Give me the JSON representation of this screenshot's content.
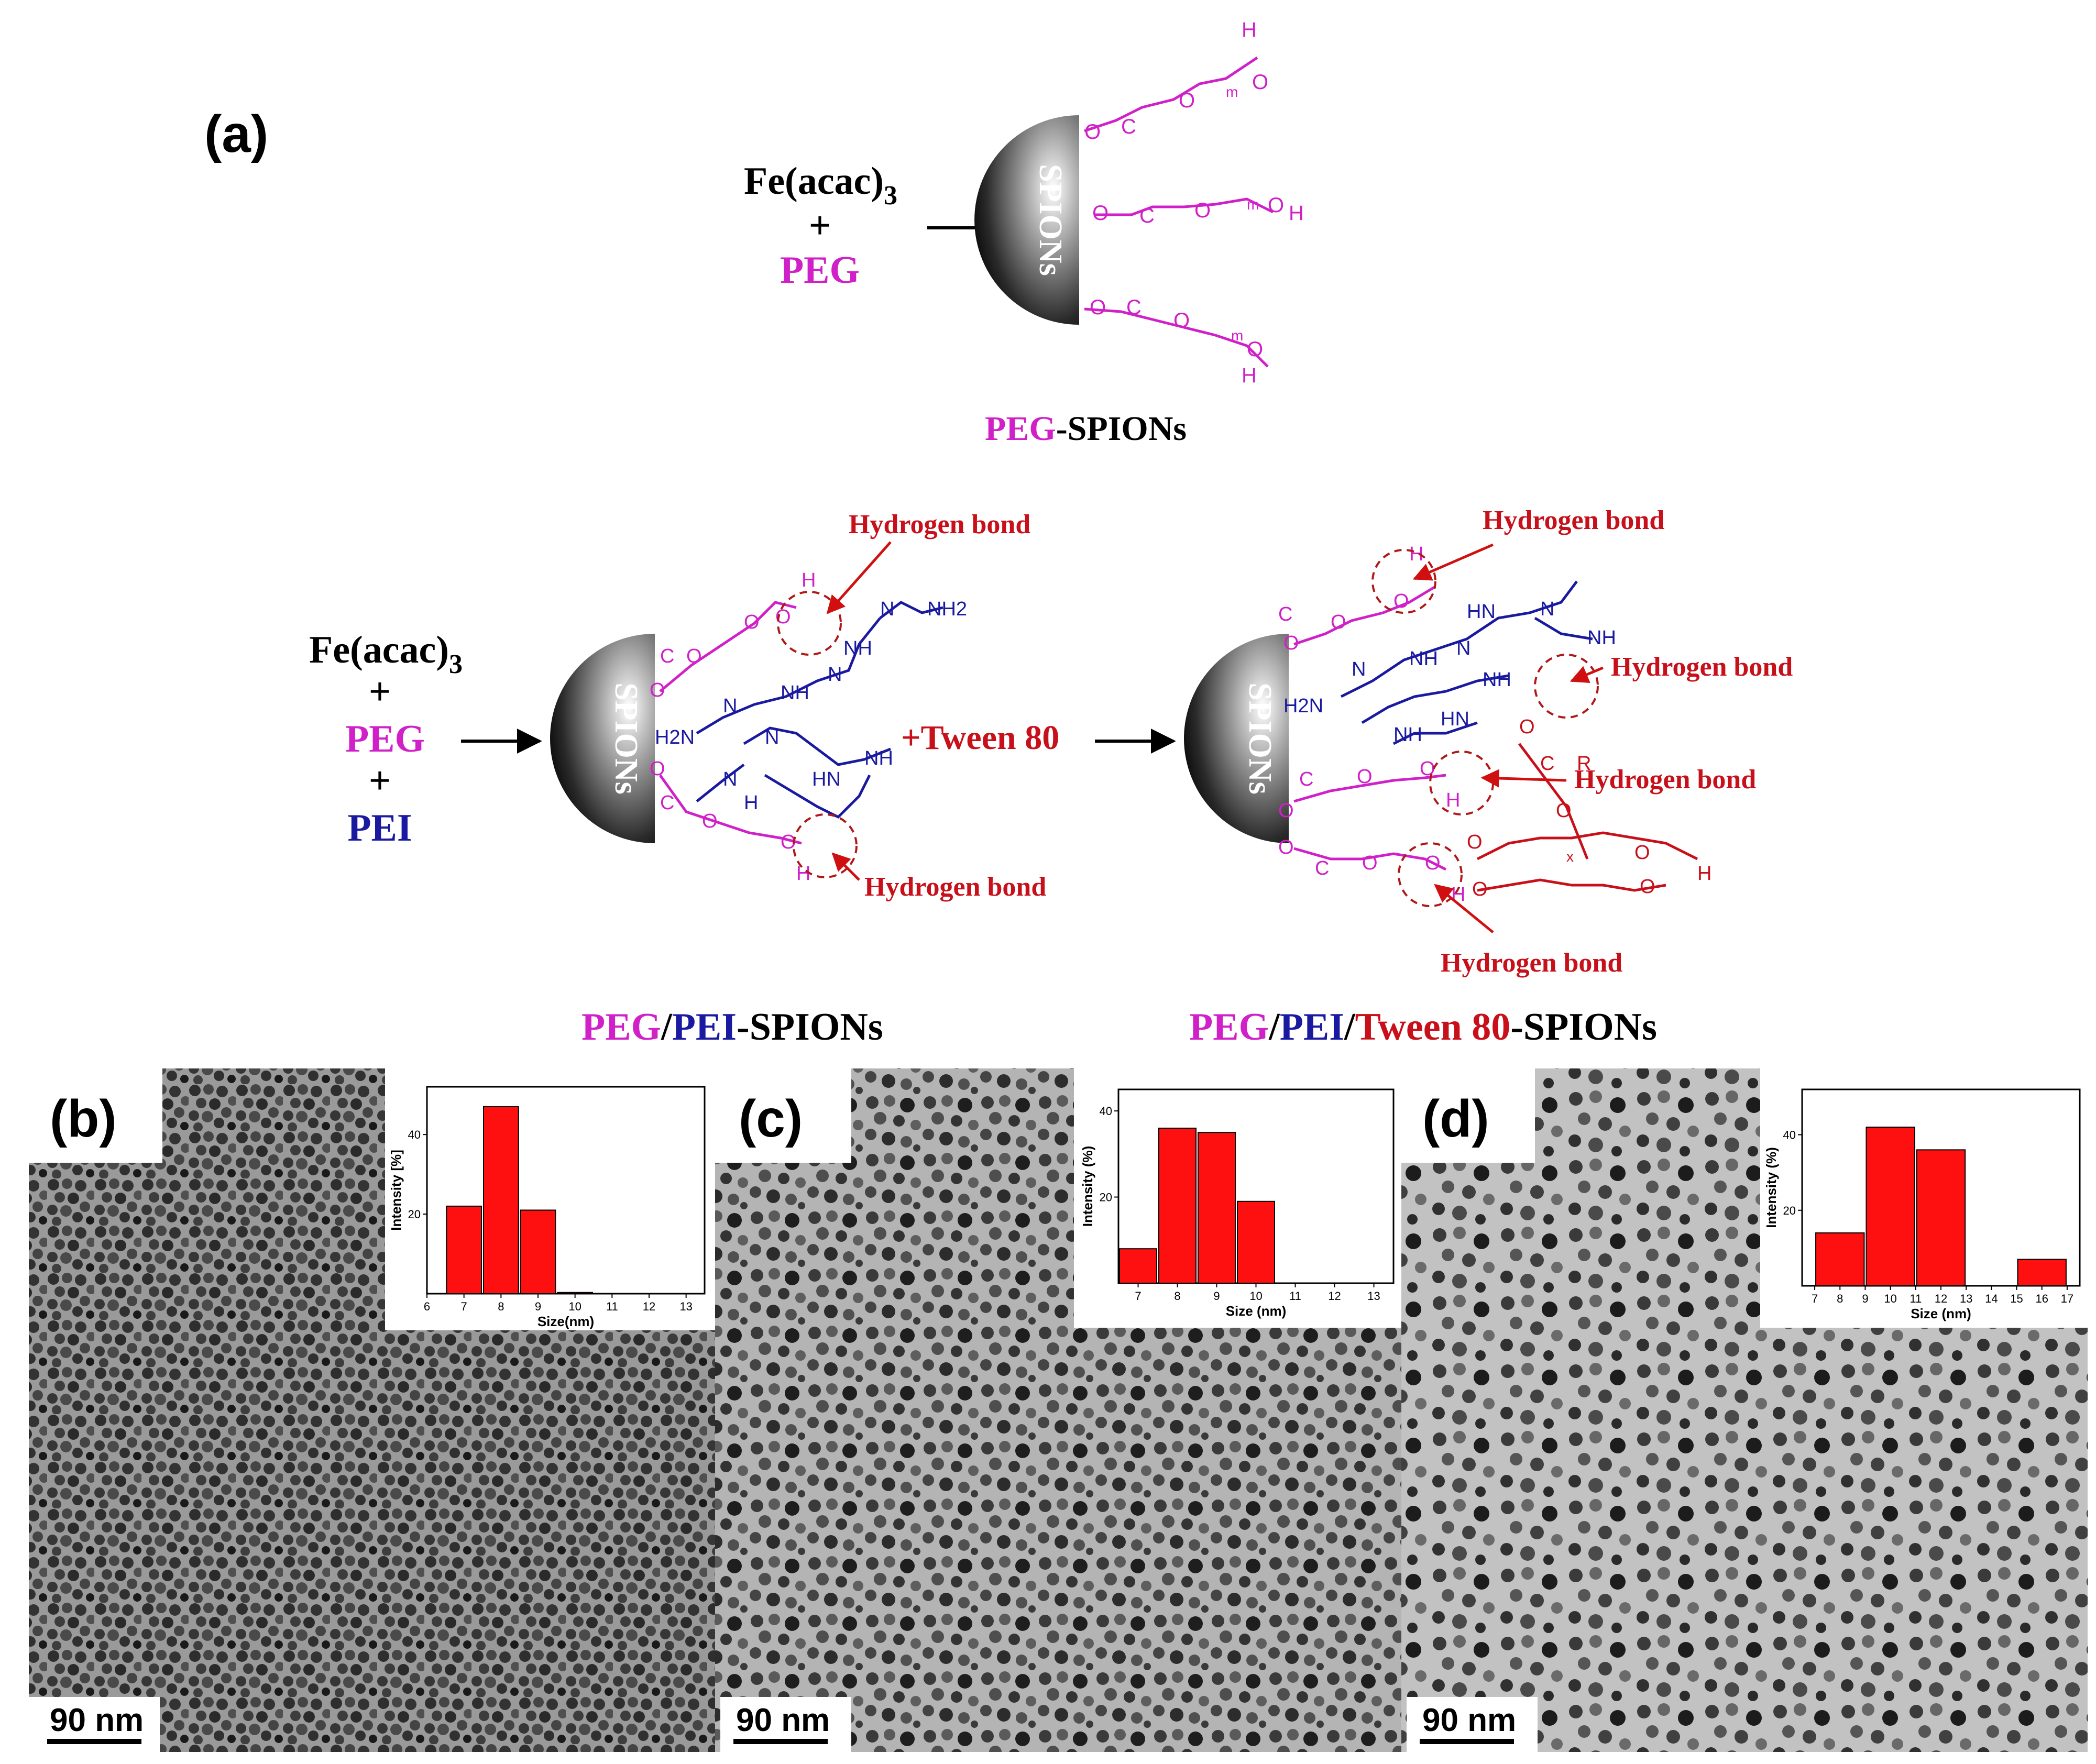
{
  "panel_a": {
    "label": "(a)",
    "reaction1": {
      "reagent_fe": "Fe(acac)",
      "reagent_fe_sub": "3",
      "plus": "+",
      "reagent_peg": "PEG",
      "core": "SPIONs",
      "caption_peg": "PEG",
      "caption_rest": "-SPIONs"
    },
    "reaction2": {
      "reagent_fe": "Fe(acac)",
      "reagent_fe_sub": "3",
      "plus1": "+",
      "reagent_peg": "PEG",
      "plus2": "+",
      "reagent_pei": "PEI",
      "plus_tween": "+Tween 80",
      "core": "SPIONs",
      "hbond_label": "Hydrogen bond",
      "caption_mid": {
        "peg": "PEG",
        "slash": "/",
        "pei": "PEI",
        "rest": "-SPIONs"
      },
      "caption_right": {
        "peg": "PEG",
        "slash1": "/",
        "pei": "PEI",
        "slash2": "/",
        "tween": "Tween 80",
        "rest": "-SPIONs"
      }
    },
    "atoms": {
      "O": "O",
      "C": "C",
      "H": "H",
      "N": "N",
      "NH": "NH",
      "NH2": "NH2",
      "H2N": "H2N",
      "HN": "HN",
      "R": "R",
      "m": "m",
      "x": "x"
    }
  },
  "micrographs": [
    {
      "label": "(b)",
      "scale_bar": "90 nm"
    },
    {
      "label": "(c)",
      "scale_bar": "90 nm"
    },
    {
      "label": "(d)",
      "scale_bar": "90 nm"
    }
  ],
  "colors": {
    "peg": "#d020c8",
    "pei": "#1a1aa0",
    "tween": "#c8101a",
    "bar": "#ff1010"
  },
  "chart_data": [
    {
      "type": "bar",
      "panel": "(b)",
      "xlabel": "Size(nm)",
      "ylabel": "Intensity [%]",
      "x_ticks": [
        "6",
        "7",
        "8",
        "9",
        "10",
        "11",
        "12",
        "13"
      ],
      "y_ticks": [
        "20",
        "40"
      ],
      "ylim": [
        0,
        52
      ],
      "bins": [
        [
          6.5,
          7.5
        ],
        [
          7.5,
          8.5
        ],
        [
          8.5,
          9.5
        ],
        [
          9.5,
          10.5
        ]
      ],
      "values": [
        22,
        47,
        21,
        0.3
      ]
    },
    {
      "type": "bar",
      "panel": "(c)",
      "xlabel": "Size (nm)",
      "ylabel": "Intensity (%)",
      "x_ticks": [
        "7",
        "8",
        "9",
        "10",
        "11",
        "12",
        "13"
      ],
      "y_ticks": [
        "20",
        "40"
      ],
      "ylim": [
        0,
        45
      ],
      "bins": [
        [
          6.5,
          7.5
        ],
        [
          7.5,
          8.5
        ],
        [
          8.5,
          9.5
        ],
        [
          9.5,
          10.5
        ],
        [
          10.5,
          11.5
        ]
      ],
      "values": [
        8,
        36,
        35,
        19,
        0
      ]
    },
    {
      "type": "bar",
      "panel": "(d)",
      "xlabel": "Size (nm)",
      "ylabel": "Intensity (%)",
      "x_ticks": [
        "7",
        "8",
        "9",
        "10",
        "11",
        "12",
        "13",
        "14",
        "15",
        "16",
        "17"
      ],
      "y_ticks": [
        "20",
        "40"
      ],
      "ylim": [
        0,
        52
      ],
      "bins": [
        [
          7,
          9
        ],
        [
          9,
          11
        ],
        [
          11,
          13
        ],
        [
          13,
          15
        ],
        [
          15,
          17
        ]
      ],
      "values": [
        14,
        42,
        36,
        0,
        7
      ]
    }
  ]
}
